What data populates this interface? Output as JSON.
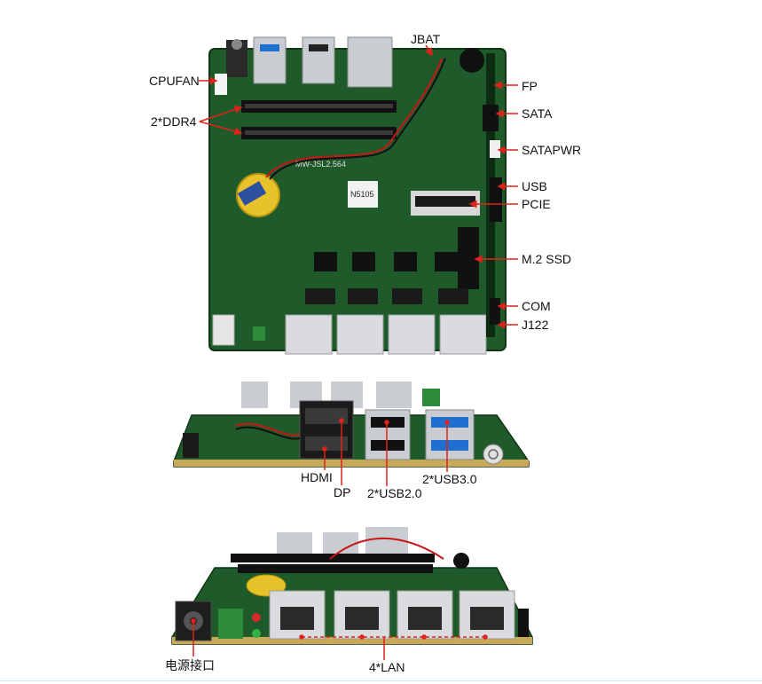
{
  "views": {
    "top": {
      "labels": {
        "jbat": "JBAT",
        "cpufan": "CPUFAN",
        "ddr4": "2*DDR4",
        "fp": "FP",
        "sata": "SATA",
        "satapwr": "SATAPWR",
        "usb": "USB",
        "pcie": "PCIE",
        "m2ssd": "M.2 SSD",
        "com": "COM",
        "j122": "J122"
      },
      "board_text": {
        "chip": "N5105",
        "model": "MW-JSL2.564"
      }
    },
    "rear": {
      "labels": {
        "hdmi": "HDMI",
        "dp": "DP",
        "usb2": "2*USB2.0",
        "usb3": "2*USB3.0"
      }
    },
    "front": {
      "labels": {
        "power": "电源接口",
        "lan": "4*LAN"
      }
    }
  },
  "colors": {
    "pcb": "#1f5a2a",
    "pcb_dark": "#143f1c",
    "callout": "#e3211b",
    "usb3_blue": "#1f6fd0",
    "text": "#111111"
  }
}
